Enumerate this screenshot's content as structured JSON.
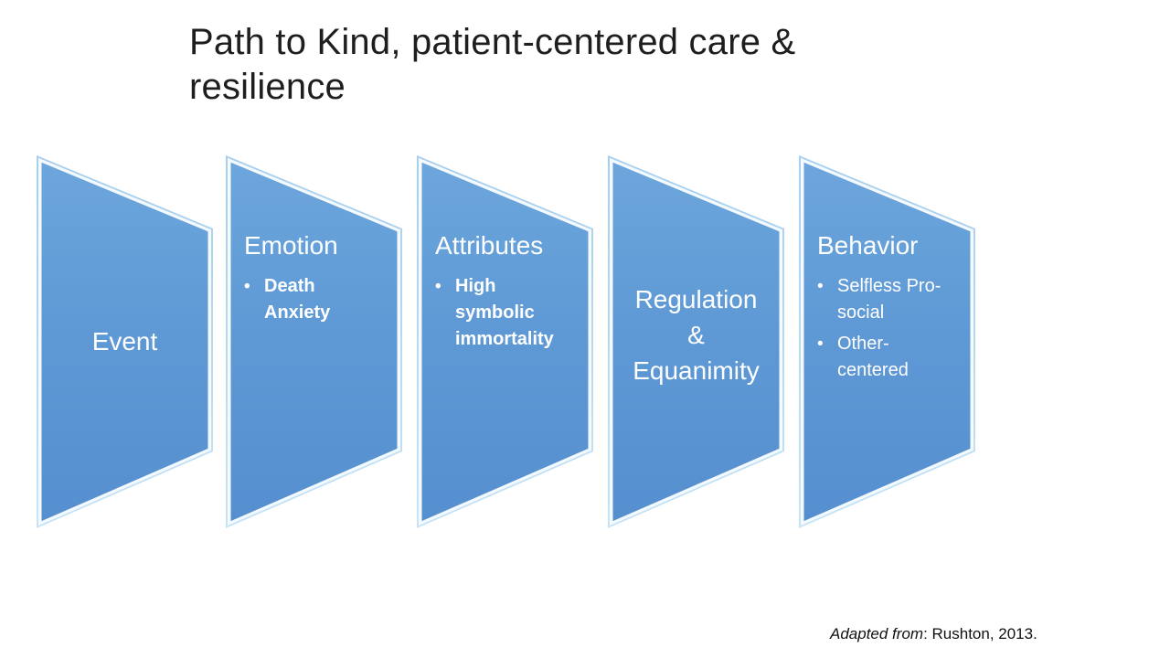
{
  "slide_title": {
    "lines": [
      "Path to Kind, patient-centered care &",
      "resilience"
    ]
  },
  "diagram": {
    "bullet_char": "•",
    "steps": [
      {
        "label": "Event"
      },
      {
        "label": "Emotion",
        "bullets": [
          "Death Anxiety"
        ]
      },
      {
        "label": "Attributes",
        "bullets": [
          "High symbolic immortality"
        ]
      },
      {
        "label_lines": [
          "Regulation",
          "&",
          "Equanimity"
        ]
      },
      {
        "label": "Behavior",
        "bullets": [
          "Selfless Pro-social",
          "Other-centered"
        ]
      }
    ]
  },
  "footer": {
    "italic_part": "Adapted from",
    "regular_part": ": Rushton, 2013."
  },
  "colors": {
    "shape_fill_top": "#6CA6DC",
    "shape_fill_bottom": "#5288C6",
    "bevel_edge_top": "#A6CEEE",
    "bevel_edge_bottom": "#C6E4F7",
    "bevel_highlight": "#F4FAFE",
    "text_on_shape": "#FFFFFF",
    "title_text": "#1E1E1E",
    "background": "#FFFFFF"
  }
}
